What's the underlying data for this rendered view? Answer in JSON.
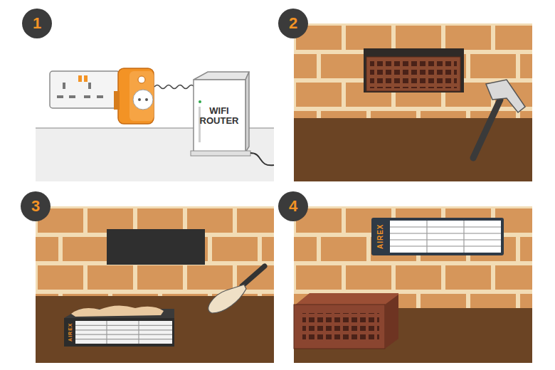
{
  "diagram": {
    "nodes": [
      {
        "text": [
          "1"
        ]
      },
      {
        "text": [
          "2"
        ]
      },
      {
        "text": [
          "3"
        ]
      },
      {
        "text": [
          "4"
        ]
      }
    ],
    "labels": [
      "WIFI ROUTER",
      "AIREX",
      "AIREX"
    ]
  }
}
